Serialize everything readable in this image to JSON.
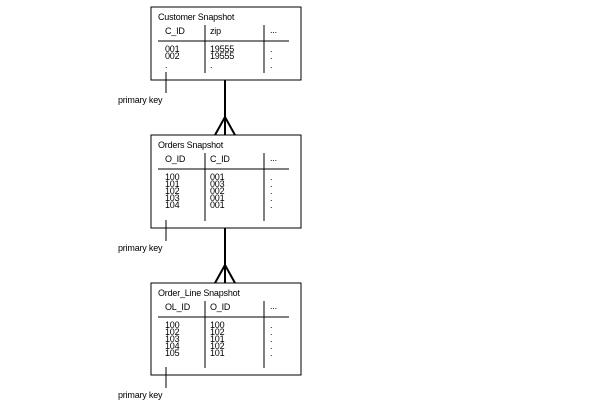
{
  "diagram": {
    "pk_label": "primary key",
    "ellipsis": "...",
    "dot": ".",
    "tables": [
      {
        "title": "Customer Snapshot",
        "columns": [
          "C_ID",
          "zip"
        ],
        "rows": [
          [
            "001",
            "19555"
          ],
          [
            "002",
            "19555"
          ]
        ],
        "continues": true
      },
      {
        "title": "Orders Snapshot",
        "columns": [
          "O_ID",
          "C_ID"
        ],
        "rows": [
          [
            "100",
            "001"
          ],
          [
            "101",
            "003"
          ],
          [
            "102",
            "002"
          ],
          [
            "103",
            "001"
          ],
          [
            "104",
            "001"
          ]
        ],
        "continues": false
      },
      {
        "title": "Order_Line Snapshot",
        "columns": [
          "OL_ID",
          "O_ID"
        ],
        "rows": [
          [
            "100",
            "100"
          ],
          [
            "102",
            "102"
          ],
          [
            "103",
            "101"
          ],
          [
            "104",
            "102"
          ],
          [
            "105",
            "101"
          ]
        ],
        "continues": false
      }
    ],
    "relationships": [
      {
        "from": "Customer Snapshot",
        "to": "Orders Snapshot",
        "type": "one-to-many"
      },
      {
        "from": "Orders Snapshot",
        "to": "Order_Line Snapshot",
        "type": "one-to-many"
      }
    ]
  }
}
